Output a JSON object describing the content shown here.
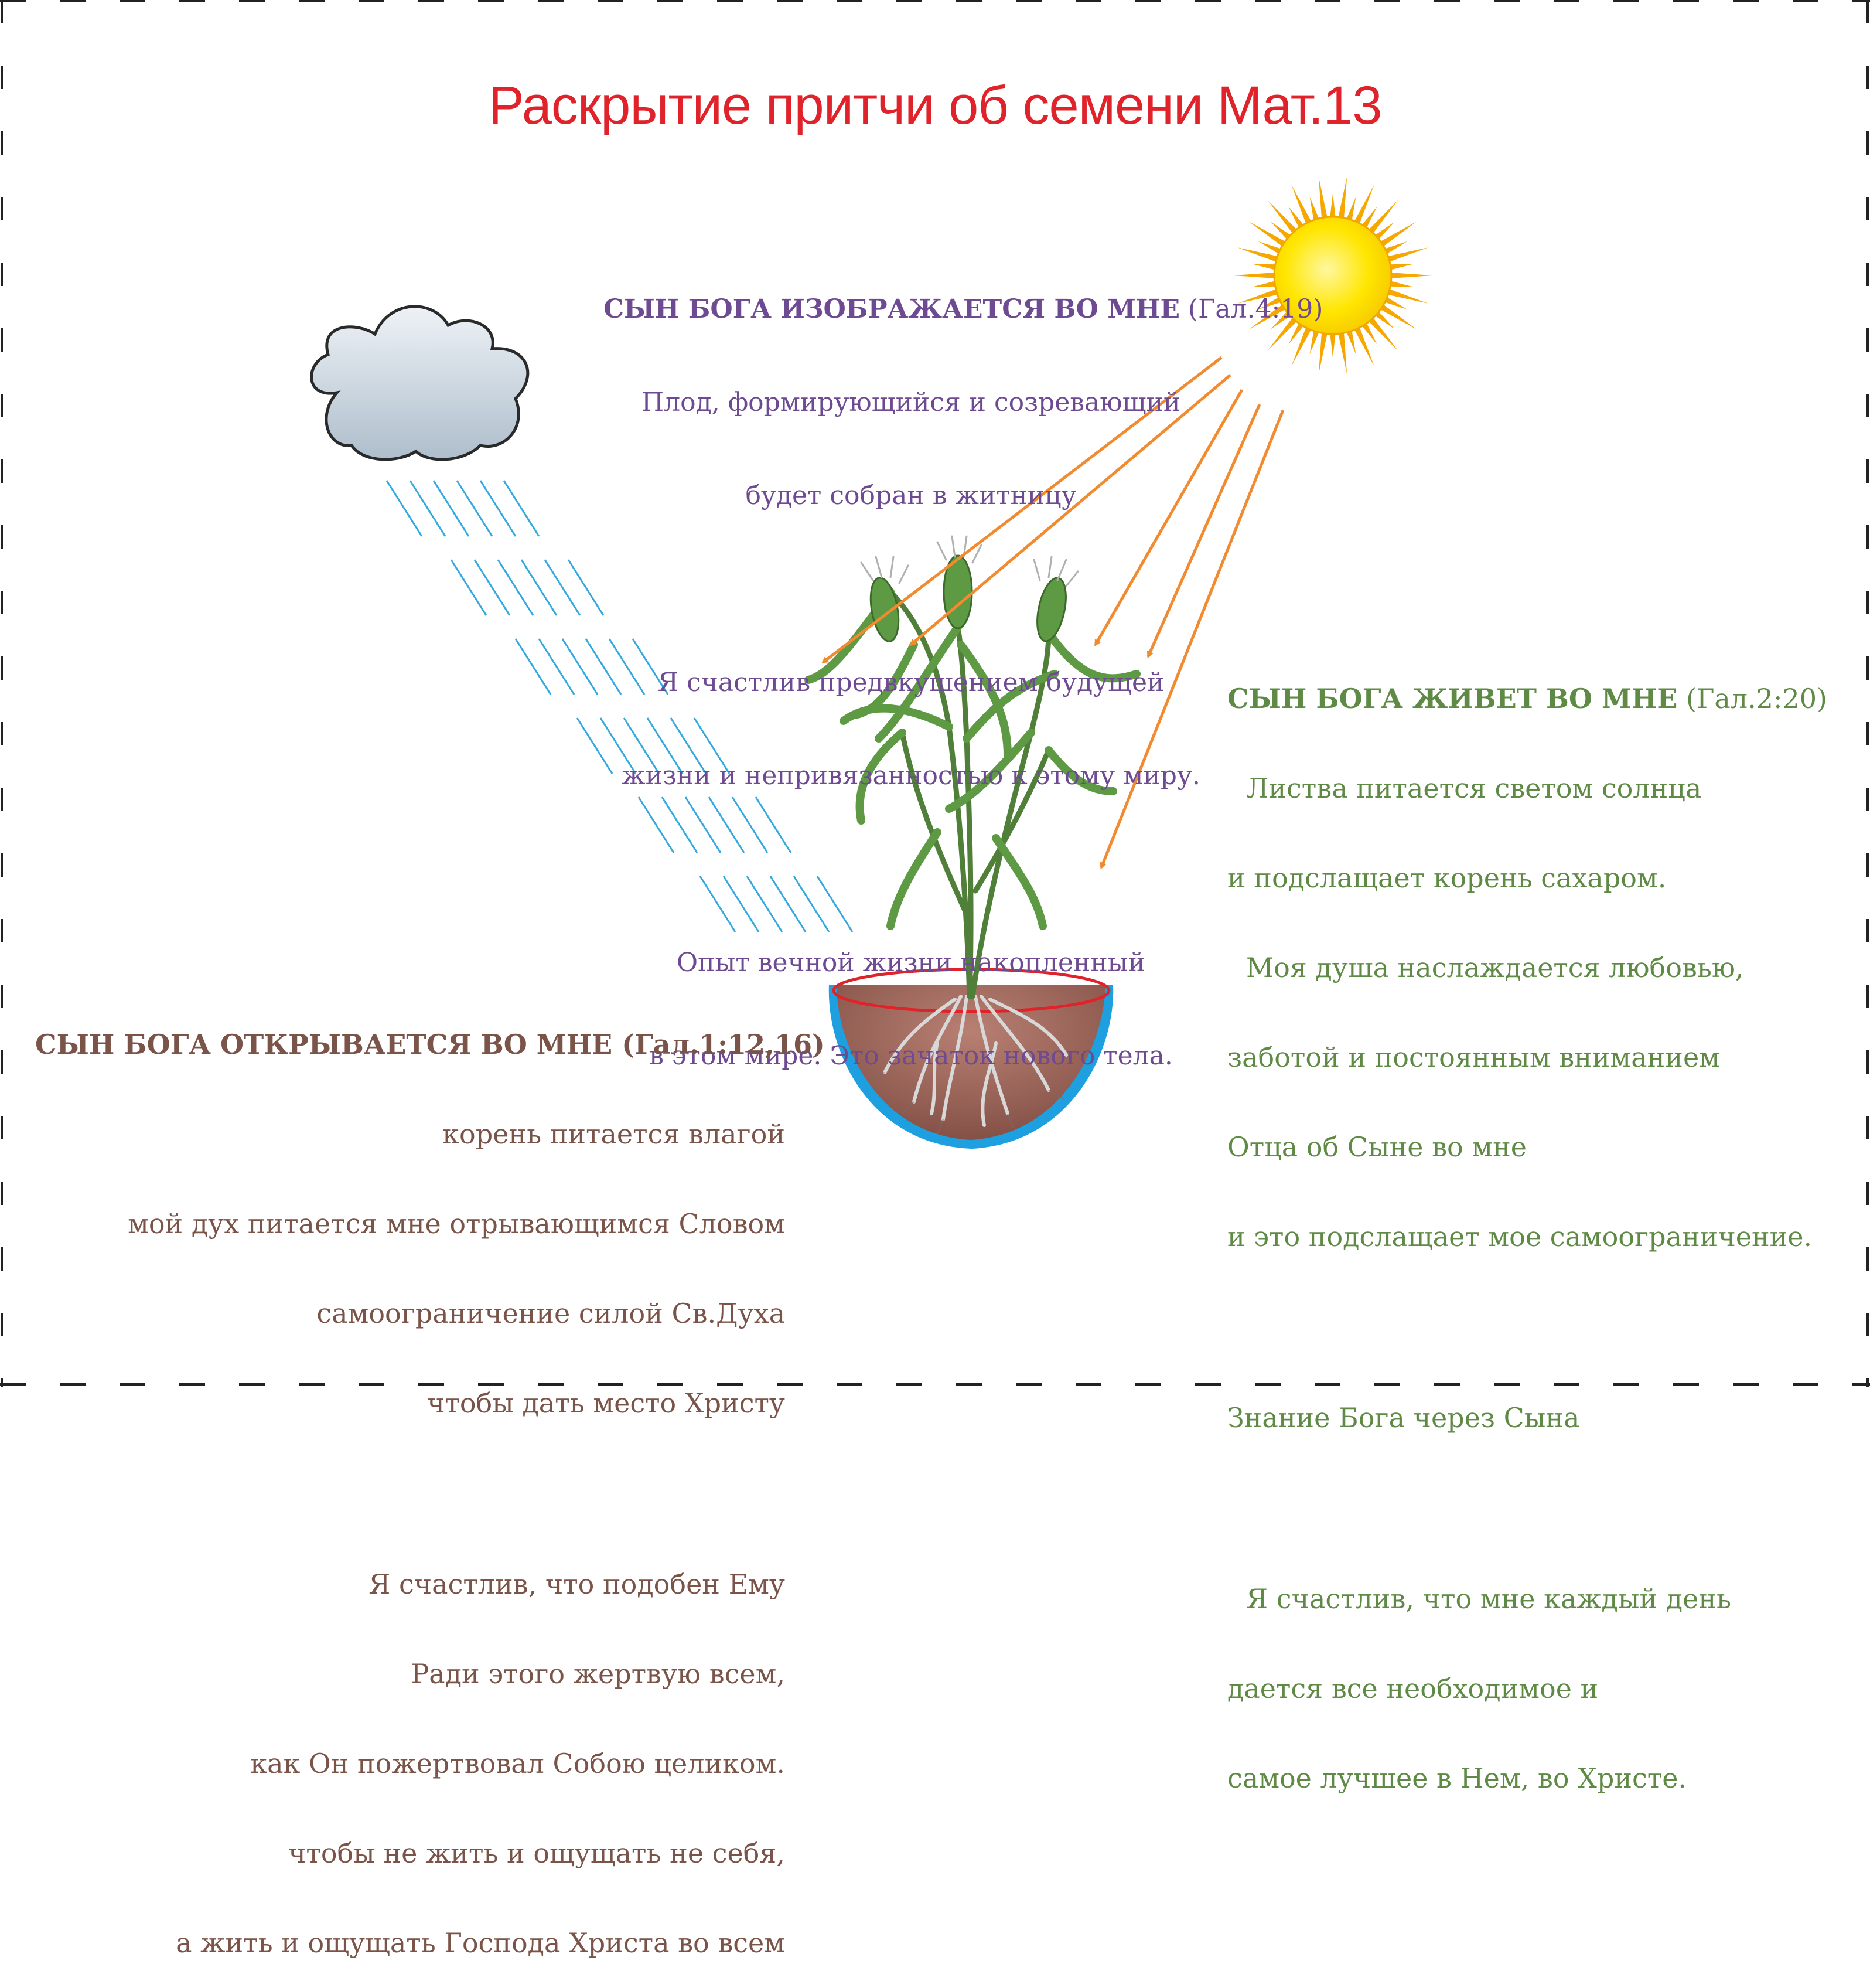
{
  "title": "Раскрытие притчи об семени Мат.13",
  "top_block": {
    "heading": "СЫН БОГА ИЗОБРАЖАЕТСЯ ВО МНЕ",
    "ref": " (Гал.4:19)",
    "lines": [
      "Плод, формирующийся и созревающий",
      "будет собран в житницу",
      "Я счастлив предвкушением будущей",
      "жизни и непривязанностью к этому миру.",
      "Опыт вечной жизни накопленный",
      "в этом мире. Это зачаток нового тела."
    ]
  },
  "right_block": {
    "heading": "СЫН БОГА ЖИВЕТ ВО МНЕ",
    "ref": " (Гал.2:20)",
    "lines": [
      "Листва питается светом солнца",
      "и подслащает корень сахаром.",
      "Моя душа наслаждается любовью,",
      "заботой и постоянным вниманием",
      "Отца об Сыне во мне",
      "и это подслащает мое самоограничение.",
      "Знание Бога через Сына",
      "Я счастлив, что мне каждый день",
      "дается все необходимое и",
      "самое лучшее в Нем, во Христе."
    ]
  },
  "left_block": {
    "heading": "СЫН БОГА ОТКРЫВАЕТСЯ ВО МНЕ",
    "ref": " (Гал.1:12,16)",
    "lines": [
      "корень питается влагой",
      "мой дух питается мне отрывающимся Словом",
      "самоограничение силой Св.Духа",
      "чтобы дать место Христу",
      "Я счастлив, что подобен Ему",
      "Ради этого жертвую всем,",
      "как Он пожертвовал Собою целиком.",
      "чтобы не жить и ощущать не себя,",
      "а жить и ощущать Господа Христа во всем"
    ]
  },
  "colors": {
    "title": "#e0232b",
    "top_text": "#6d4a91",
    "right_text": "#5f8a45",
    "left_text": "#7b5449",
    "arrows": "#f28a30",
    "rain": "#33a9e0",
    "sun": "#ffe000",
    "soil": "#9b6a5e",
    "pot_rim": "#1e9fe0"
  },
  "icons": {
    "sun": "sun-icon",
    "cloud": "cloud-icon",
    "plant": "wheat-plant-icon",
    "pot": "pot-icon"
  }
}
